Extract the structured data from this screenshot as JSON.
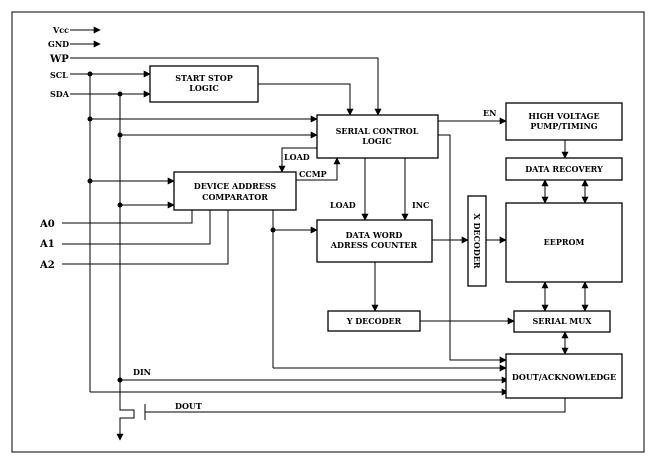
{
  "pins": {
    "vcc": "Vcc",
    "gnd": "GND",
    "wp": "WP",
    "scl": "SCL",
    "sda": "SDA",
    "a0": "A0",
    "a1": "A1",
    "a2": "A2"
  },
  "blocks": {
    "start_stop": [
      "START STOP",
      "LOGIC"
    ],
    "serial_control": [
      "SERIAL CONTROL",
      "LOGIC"
    ],
    "device_address": [
      "DEVICE ADDRESS",
      "COMPARATOR"
    ],
    "data_word": [
      "DATA WORD",
      "ADRESS COUNTER"
    ],
    "y_decoder": "Y DECODER",
    "x_decoder": "X DECODER",
    "high_voltage": [
      "HIGH VOLTAGE",
      "PUMP/TIMING"
    ],
    "data_recovery": "DATA RECOVERY",
    "eeprom": "EEPROM",
    "serial_mux": "SERIAL MUX",
    "dout_ack": "DOUT/ACKNOWLEDGE"
  },
  "signals": {
    "en": "EN",
    "load_top": "LOAD",
    "ccmp": "CCMP",
    "load": "LOAD",
    "inc": "INC",
    "din": "DIN",
    "dout": "DOUT"
  }
}
